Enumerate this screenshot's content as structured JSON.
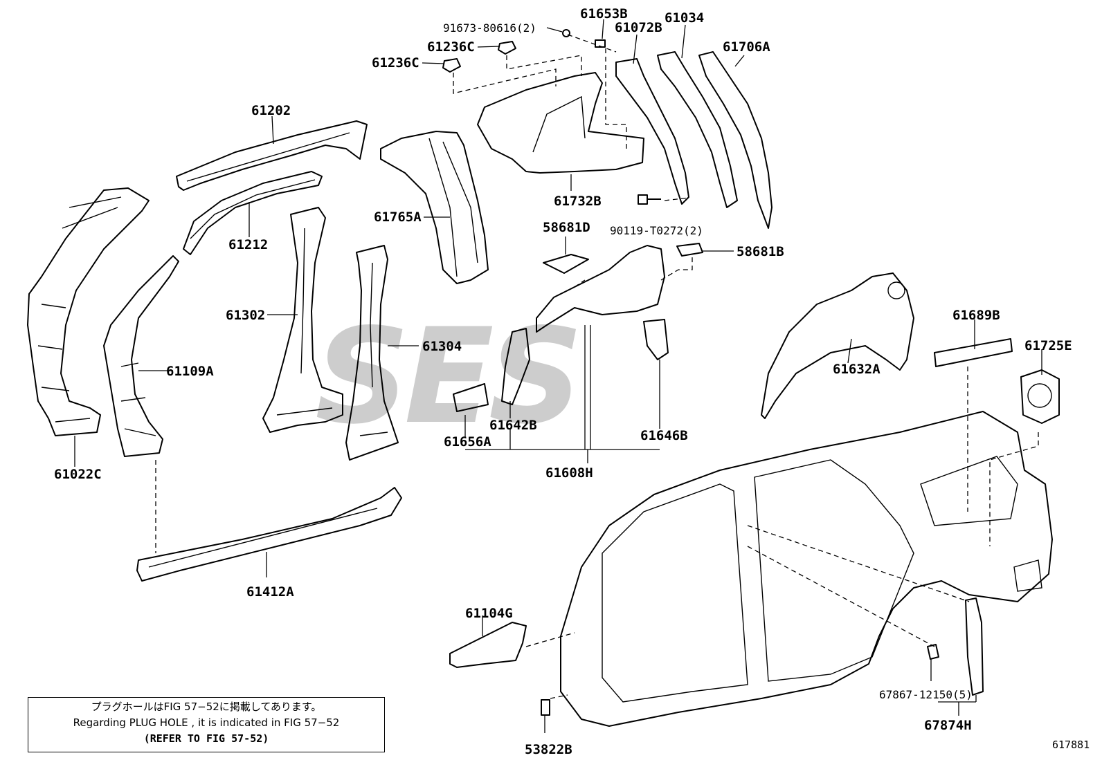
{
  "watermark": "SES",
  "figure_code": "617881",
  "note": {
    "line1": "プラグホールはFIG 57−52に掲載してあります。",
    "line2": "Regarding PLUG HOLE , it is indicated in FIG 57−52",
    "line3": "(REFER TO FIG 57-52)"
  },
  "parts": [
    {
      "id": "p61653B",
      "label": "61653B"
    },
    {
      "id": "p61034",
      "label": "61034"
    },
    {
      "id": "p91673",
      "label": "91673-80616(2)"
    },
    {
      "id": "p61072B",
      "label": "61072B"
    },
    {
      "id": "p61236C_a",
      "label": "61236C"
    },
    {
      "id": "p61706A",
      "label": "61706A"
    },
    {
      "id": "p61236C_b",
      "label": "61236C"
    },
    {
      "id": "p61202",
      "label": "61202"
    },
    {
      "id": "p61765A",
      "label": "61765A"
    },
    {
      "id": "p61732B",
      "label": "61732B"
    },
    {
      "id": "p90119",
      "label": "90119-T0272(2)"
    },
    {
      "id": "p58681D",
      "label": "58681D"
    },
    {
      "id": "p58681B",
      "label": "58681B"
    },
    {
      "id": "p61212",
      "label": "61212"
    },
    {
      "id": "p61302",
      "label": "61302"
    },
    {
      "id": "p61304",
      "label": "61304"
    },
    {
      "id": "p61109A",
      "label": "61109A"
    },
    {
      "id": "p61689B",
      "label": "61689B"
    },
    {
      "id": "p61725E",
      "label": "61725E"
    },
    {
      "id": "p61632A",
      "label": "61632A"
    },
    {
      "id": "p61642B",
      "label": "61642B"
    },
    {
      "id": "p61656A",
      "label": "61656A"
    },
    {
      "id": "p61646B",
      "label": "61646B"
    },
    {
      "id": "p61608H",
      "label": "61608H"
    },
    {
      "id": "p61022C",
      "label": "61022C"
    },
    {
      "id": "p61412A",
      "label": "61412A"
    },
    {
      "id": "p61104G",
      "label": "61104G"
    },
    {
      "id": "p67867",
      "label": "67867-12150(5)"
    },
    {
      "id": "p67874H",
      "label": "67874H"
    },
    {
      "id": "p53822B",
      "label": "53822B"
    }
  ]
}
